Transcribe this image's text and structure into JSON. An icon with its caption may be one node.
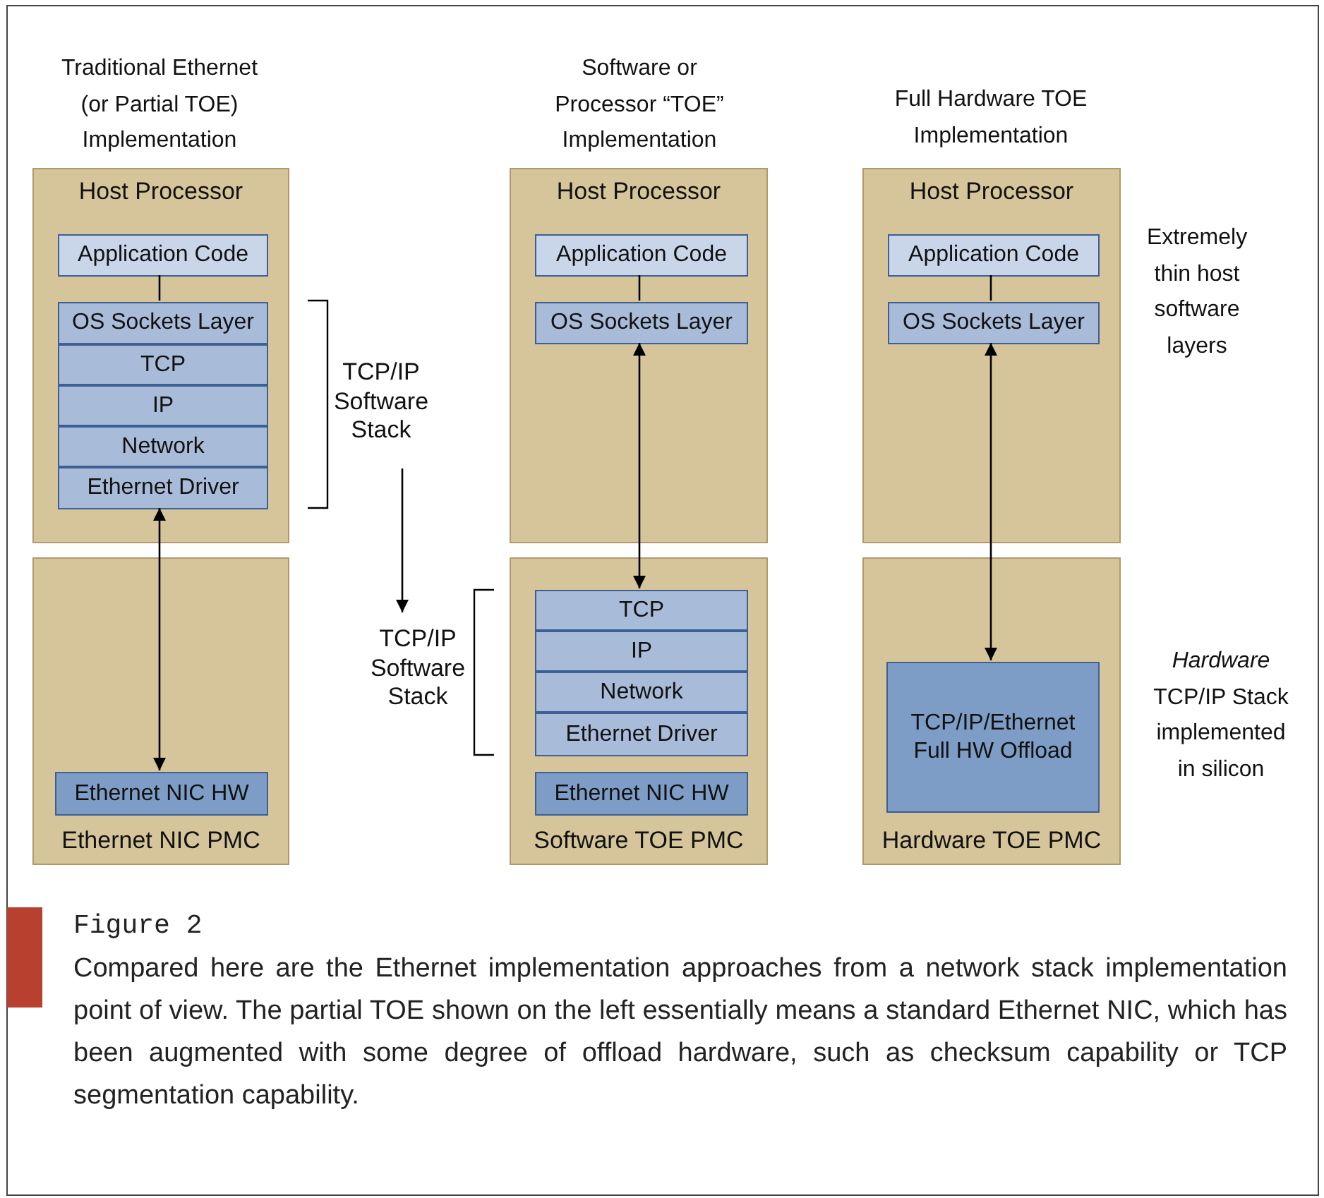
{
  "diagram": {
    "caption": "Compared here are the Ethernet implementation approaches from a network stack implementation point of view. The partial TOE shown on the left essentially means a standard Ethernet NIC, which has been augmented with some degree of offload hardware, such as checksum capability or TCP segmentation capability.",
    "nodes": [
      {
        "text": [
          "Host Processor"
        ]
      },
      {
        "text": [
          "Application Code"
        ],
        "in": 0
      },
      {
        "text": [
          "OS Sockets Layer"
        ],
        "in": 0
      },
      {
        "text": [
          "TCP"
        ],
        "in": 0
      },
      {
        "text": [
          "IP"
        ],
        "in": 0
      },
      {
        "text": [
          "Network"
        ],
        "in": 0
      },
      {
        "text": [
          "Ethernet Driver"
        ],
        "in": 0
      },
      {
        "text": [
          "Ethernet NIC PMC"
        ]
      },
      {
        "text": [
          "Ethernet NIC HW"
        ],
        "in": 7
      },
      {
        "text": [
          "TCP/IP Software Stack"
        ]
      },
      {
        "text": [
          "TCP/IP Software Stack"
        ]
      },
      {
        "text": [
          "Host Processor"
        ]
      },
      {
        "text": [
          "Application Code"
        ],
        "in": 11
      },
      {
        "text": [
          "OS Sockets Layer"
        ],
        "in": 11
      },
      {
        "text": [
          "Software TOE PMC"
        ]
      },
      {
        "text": [
          "TCP"
        ],
        "in": 14
      },
      {
        "text": [
          "IP"
        ],
        "in": 14
      },
      {
        "text": [
          "Network"
        ],
        "in": 14
      },
      {
        "text": [
          "Ethernet Driver"
        ],
        "in": 14
      },
      {
        "text": [
          "Ethernet NIC HW"
        ],
        "in": 14
      },
      {
        "text": [
          "Host Processor"
        ]
      },
      {
        "text": [
          "Application Code"
        ],
        "in": 20
      },
      {
        "text": [
          "OS Sockets Layer"
        ],
        "in": 20
      },
      {
        "text": [
          "Hardware TOE PMC"
        ]
      },
      {
        "text": [
          "TCP/IP/Ethernet Full HW Offload"
        ],
        "in": 23
      }
    ],
    "edges": [
      {
        "from": 1,
        "to": 2,
        "arrow": "none"
      },
      {
        "from": 6,
        "to": 8,
        "arrow": "both"
      },
      {
        "from": 9,
        "to": 10,
        "arrow": "to"
      },
      {
        "from": 12,
        "to": 13,
        "arrow": "none"
      },
      {
        "from": 13,
        "to": 15,
        "arrow": "both"
      },
      {
        "from": 21,
        "to": 22,
        "arrow": "none"
      },
      {
        "from": 22,
        "to": 24,
        "arrow": "both"
      }
    ],
    "labels": [
      "Traditional Ethernet (or Partial TOE) Implementation",
      "Software or Processor “TOE” Implementation",
      "Full Hardware TOE Implementation",
      "Extremely thin host software layers",
      "*Hardware* TCP/IP Stack implemented in silicon",
      "Figure 2"
    ]
  }
}
